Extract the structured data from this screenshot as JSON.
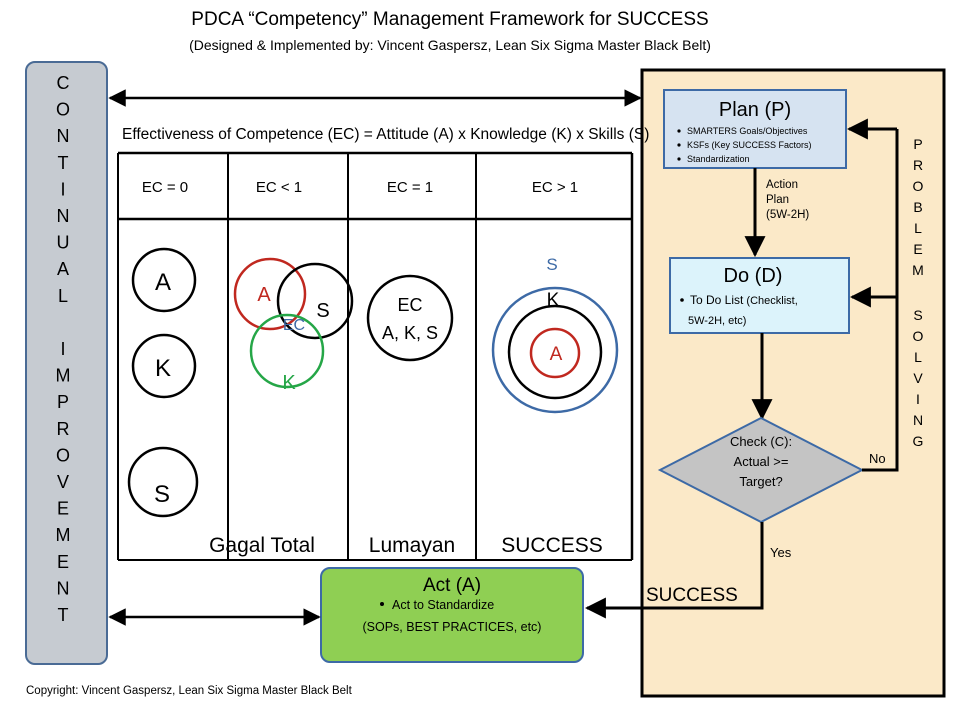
{
  "header": {
    "title": "PDCA “Competency” Management Framework for SUCCESS",
    "subtitle": "(Designed & Implemented by: Vincent Gaspersz, Lean Six Sigma Master Black Belt)"
  },
  "left_bar": {
    "text": "CONTINUAL IMPROVEMENT"
  },
  "formula": "Effectiveness of Competence (EC) = Attitude (A) x Knowledge (K) x Skills (S)",
  "columns": [
    {
      "header": "EC = 0"
    },
    {
      "header": "EC < 1"
    },
    {
      "header": "EC = 1"
    },
    {
      "header": "EC > 1"
    }
  ],
  "col0": {
    "a": "A",
    "k": "K",
    "s": "S"
  },
  "col1": {
    "a": "A",
    "s": "S",
    "ec": "EC",
    "k": "K"
  },
  "col2": {
    "line1": "EC",
    "line2": "A, K, S"
  },
  "col3": {
    "s": "S",
    "k": "K",
    "a": "A"
  },
  "bottom_labels": {
    "gagal": "Gagal Total",
    "lumayan": "Lumayan",
    "success": "SUCCESS"
  },
  "plan": {
    "title": "Plan (P)",
    "items": [
      "SMARTERS Goals/Objectives",
      "KSFs (Key SUCCESS Factors)",
      "Standardization"
    ]
  },
  "action_plan": {
    "l1": "Action",
    "l2": "Plan",
    "l3": "(5W-2H)"
  },
  "do": {
    "title": "Do (D)",
    "l1": "To Do List",
    "l1b": " (Checklist,",
    "l2": "5W-2H, etc)"
  },
  "check": {
    "l1": "Check (C):",
    "l2": "Actual >=",
    "l3": "Target?"
  },
  "no_label": "No",
  "yes_label": "Yes",
  "success_label": "SUCCESS",
  "problem_solving": {
    "word1": "PROBLEM",
    "word2": "SOLVING"
  },
  "act": {
    "title": "Act (A)",
    "l1": "Act to Standardize",
    "l2": "(SOPs, BEST PRACTICES, etc)"
  },
  "copyright": "Copyright: Vincent Gaspersz, Lean Six Sigma Master Black Belt",
  "colors": {
    "panel": "#fbe9c8",
    "plan": "#d6e3f1",
    "do": "#dcf3fb",
    "act": "#8fcf53",
    "check": "#c4c4c4",
    "leftbar": "#c6cbd1",
    "red": "#c0281f",
    "green": "#25a647",
    "blue": "#3d6aa6"
  }
}
